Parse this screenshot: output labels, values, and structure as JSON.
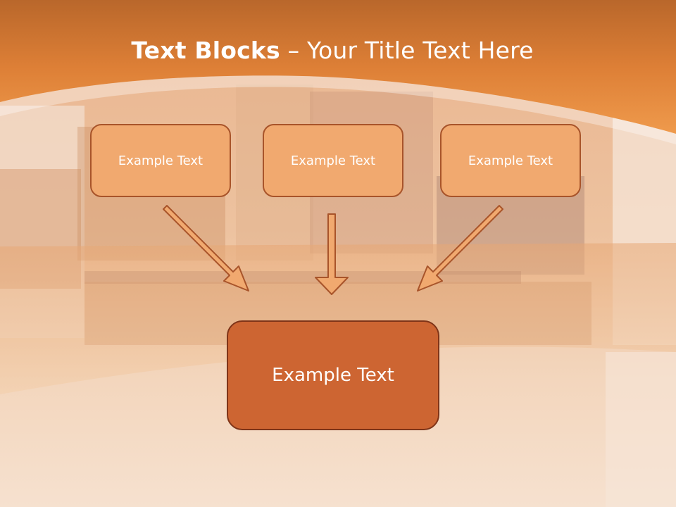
{
  "slide": {
    "title_bold": "Text Blocks",
    "title_separator": " – ",
    "title_rest": "Your Title Text Here"
  },
  "diagram": {
    "boxes": [
      {
        "label": "Example Text"
      },
      {
        "label": "Example Text"
      },
      {
        "label": "Example Text"
      }
    ],
    "target": {
      "label": "Example Text"
    }
  },
  "colors": {
    "header": "#e8893a",
    "box_fill": "#f1a96f",
    "box_border": "#a8542a",
    "target_fill": "#cd6532",
    "target_border": "#7f3418",
    "arrow_fill": "#f1a96f"
  }
}
